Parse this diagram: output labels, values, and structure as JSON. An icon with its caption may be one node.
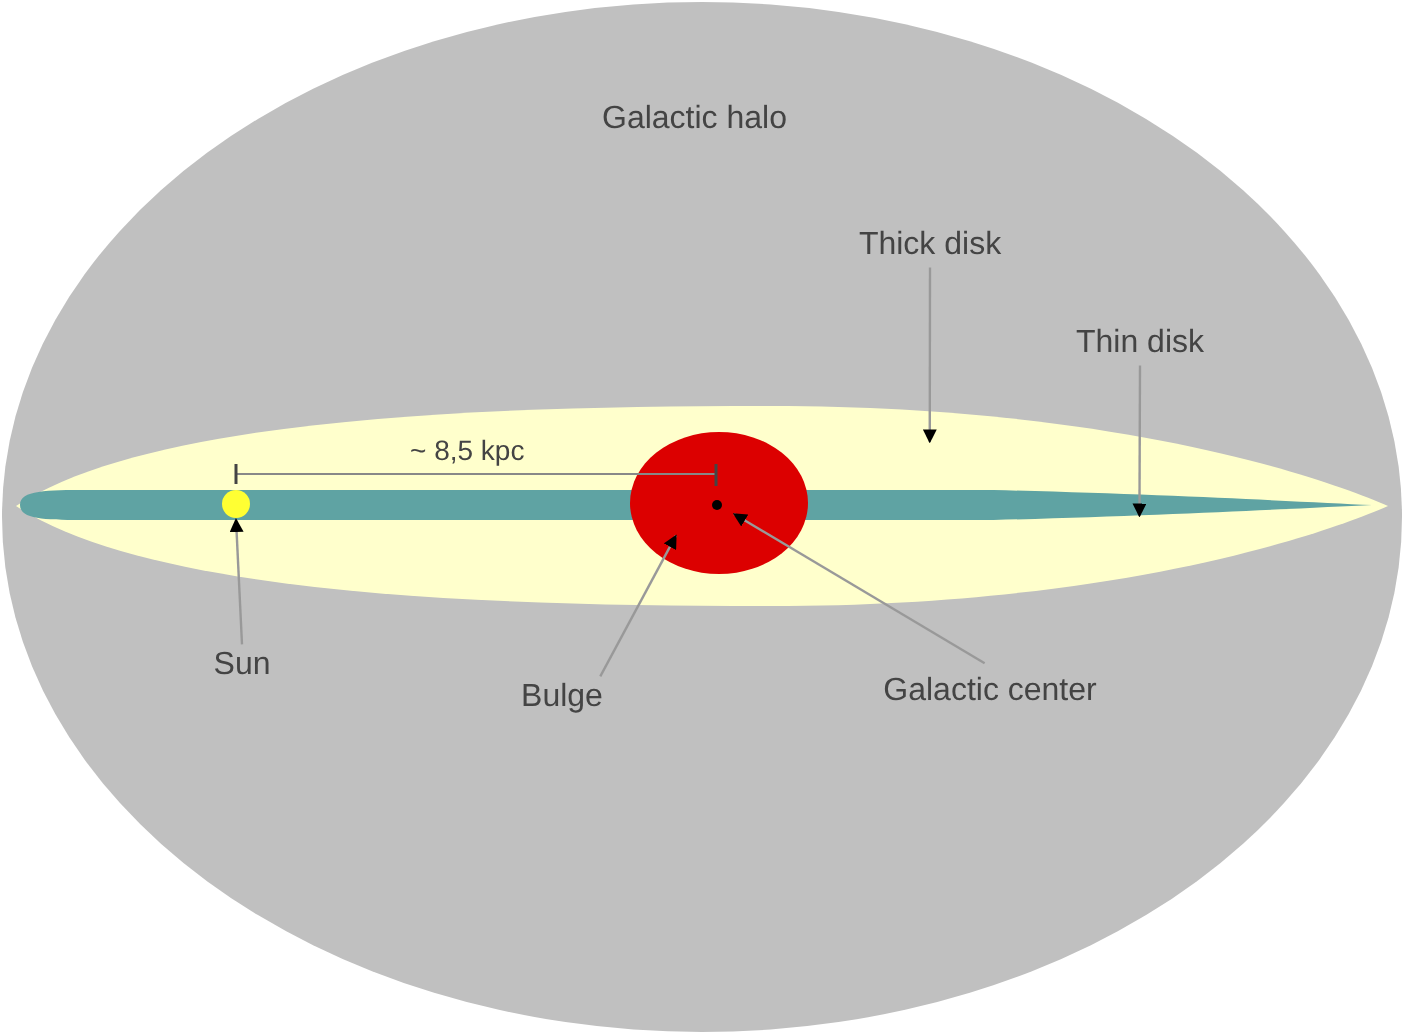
{
  "diagram": {
    "nodes": [
      {
        "text": [
          "Galactic halo"
        ]
      },
      {
        "text": [],
        "shape": "ellipse",
        "in": 0
      },
      {
        "text": [],
        "shape": "band",
        "in": 1
      },
      {
        "text": [],
        "shape": "circle",
        "in": 1
      },
      {
        "text": [],
        "shape": "circle",
        "in": 2
      },
      {
        "text": [],
        "shape": "circle"
      },
      {
        "text": [
          "Thick disk"
        ],
        "in": 0
      },
      {
        "text": [
          "Thin disk"
        ],
        "in": 0
      },
      {
        "text": [
          "Sun"
        ],
        "in": 0
      },
      {
        "text": [
          "Bulge"
        ],
        "in": 0
      },
      {
        "text": [
          "Galactic center"
        ],
        "in": 0
      }
    ],
    "edges": [
      {
        "from": 6,
        "to": 1,
        "arrow": "to"
      },
      {
        "from": 7,
        "to": 2,
        "arrow": "to"
      },
      {
        "from": 8,
        "to": 4,
        "arrow": "to"
      },
      {
        "from": 9,
        "to": 3,
        "arrow": "to"
      },
      {
        "from": 10,
        "to": 5,
        "arrow": "to"
      }
    ],
    "labels": [
      "~ 8,5 kpc"
    ]
  }
}
